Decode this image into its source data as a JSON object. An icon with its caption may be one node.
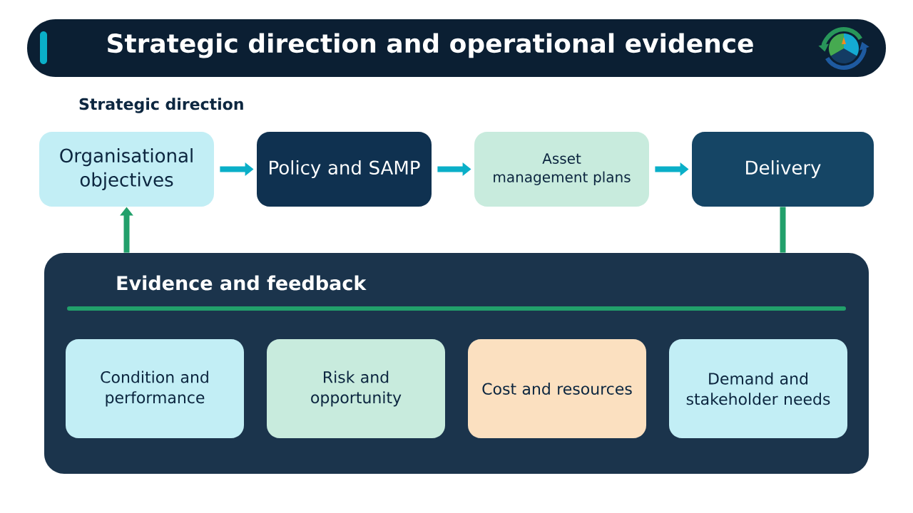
{
  "diagram": {
    "title": "Strategic direction and operational evidence",
    "nodes": [
      {
        "text": [
          "Organisational objectives"
        ]
      },
      {
        "text": [
          "Policy and SAMP"
        ]
      },
      {
        "text": [
          "Asset management plans"
        ]
      },
      {
        "text": [
          "Delivery"
        ]
      },
      {
        "text": [
          "Evidence and feedback"
        ]
      },
      {
        "text": [
          "Condition and performance"
        ],
        "in": 4
      },
      {
        "text": [
          "Risk and opportunity"
        ],
        "in": 4
      },
      {
        "text": [
          "Cost and resources"
        ],
        "in": 4
      },
      {
        "text": [
          "Demand and stakeholder needs"
        ],
        "in": 4
      }
    ],
    "edges": [
      {
        "from": 0,
        "to": 1,
        "arrow": "to"
      },
      {
        "from": 1,
        "to": 2,
        "arrow": "to"
      },
      {
        "from": 2,
        "to": 3,
        "arrow": "to"
      },
      {
        "from": 4,
        "to": 0,
        "arrow": "to",
        "color": "#22a06b"
      },
      {
        "from": 3,
        "to": 4,
        "arrow": "none",
        "color": "#22a06b"
      }
    ],
    "labels": [
      "Strategic direction"
    ]
  }
}
